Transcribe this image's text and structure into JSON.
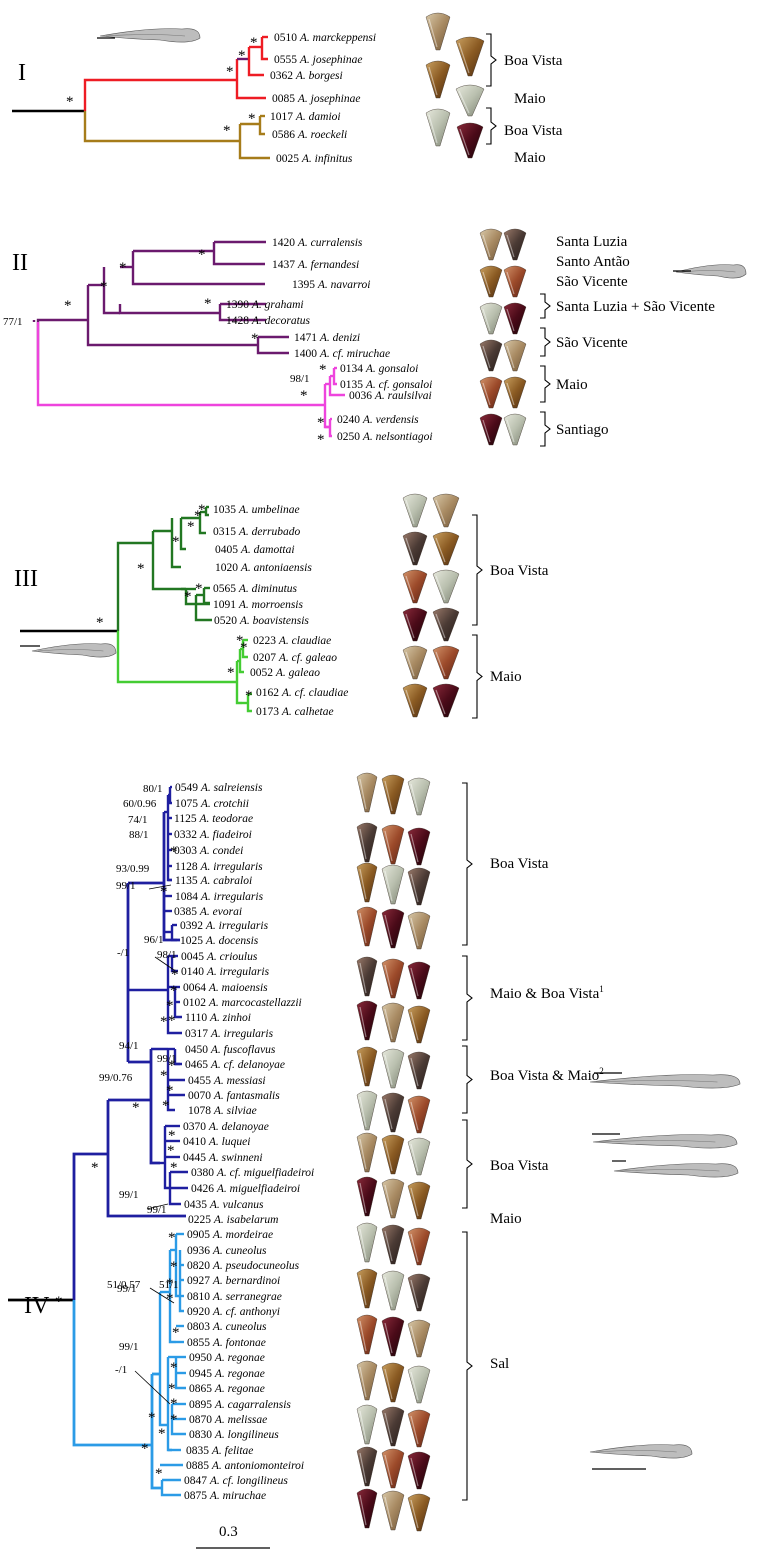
{
  "scale_label": "0.3",
  "colors": {
    "stem": "#000000",
    "I_red": "#ee1c24",
    "I_brown": "#a67c1a",
    "II_purple": "#6b1a6e",
    "II_magenta": "#ee44dd",
    "III_dark": "#227722",
    "III_light": "#44cc33",
    "IV_navy": "#1f1fa0",
    "IV_sky": "#2b9be6"
  },
  "clades": [
    {
      "label": "I",
      "tips": [
        {
          "code": "0510",
          "name": "A. marckeppensi"
        },
        {
          "code": "0555",
          "name": "A. josephinae"
        },
        {
          "code": "0362",
          "name": "A. borgesi"
        },
        {
          "code": "0085",
          "name": "A. josephinae"
        },
        {
          "code": "1017",
          "name": "A. damioi"
        },
        {
          "code": "0586",
          "name": "A. roeckeli"
        },
        {
          "code": "0025",
          "name": "A. infinitus"
        }
      ],
      "localities": [
        "Boa Vista",
        "Maio",
        "Boa Vista",
        "Maio"
      ]
    },
    {
      "label": "II",
      "tips": [
        {
          "code": "1420",
          "name": "A. curralensis"
        },
        {
          "code": "1437",
          "name": "A. fernandesi"
        },
        {
          "code": "1395",
          "name": "A. navarroi"
        },
        {
          "code": "1390",
          "name": "A. grahami"
        },
        {
          "code": "1428",
          "name": "A. decoratus"
        },
        {
          "code": "1471",
          "name": "A. denizi"
        },
        {
          "code": "1400",
          "name": "A. cf. miruchae"
        },
        {
          "code": "0134",
          "name": "A. gonsaloi"
        },
        {
          "code": "0135",
          "name": "A. cf. gonsaloi"
        },
        {
          "code": "0036",
          "name": "A. raulsilvai"
        },
        {
          "code": "0240",
          "name": "A. verdensis"
        },
        {
          "code": "0250",
          "name": "A. nelsontiagoi"
        }
      ],
      "localities": [
        "Santa Luzia",
        "Santo Antão",
        "São Vicente",
        "Santa Luzia + São Vicente",
        "São Vicente",
        "Maio",
        "Santiago"
      ],
      "support": [
        "77/1",
        "98/1"
      ]
    },
    {
      "label": "III",
      "tips": [
        {
          "code": "1035",
          "name": "A. umbelinae"
        },
        {
          "code": "0315",
          "name": "A. derrubado"
        },
        {
          "code": "0405",
          "name": "A. damottai"
        },
        {
          "code": "1020",
          "name": "A. antoniaensis"
        },
        {
          "code": "0565",
          "name": "A. diminutus"
        },
        {
          "code": "1091",
          "name": "A. morroensis"
        },
        {
          "code": "0520",
          "name": "A. boavistensis"
        },
        {
          "code": "0223",
          "name": "A. claudiae"
        },
        {
          "code": "0207",
          "name": "A. cf. galeao"
        },
        {
          "code": "0052",
          "name": "A. galeao"
        },
        {
          "code": "0162",
          "name": "A. cf. claudiae"
        },
        {
          "code": "0173",
          "name": "A. calhetae"
        }
      ],
      "localities": [
        "Boa Vista",
        "Maio"
      ]
    },
    {
      "label": "IV",
      "tips": [
        {
          "code": "0549",
          "name": "A. salreiensis"
        },
        {
          "code": "1075",
          "name": "A. crotchii"
        },
        {
          "code": "1125",
          "name": "A. teodorae"
        },
        {
          "code": "0332",
          "name": "A. fiadeiroi"
        },
        {
          "code": "0303",
          "name": "A. condei"
        },
        {
          "code": "1128",
          "name": "A. irregularis"
        },
        {
          "code": "1135",
          "name": "A. cabraloi"
        },
        {
          "code": "1084",
          "name": "A. irregularis"
        },
        {
          "code": "0385",
          "name": "A. evorai"
        },
        {
          "code": "0392",
          "name": "A. irregularis"
        },
        {
          "code": "1025",
          "name": "A. docensis"
        },
        {
          "code": "0045",
          "name": "A. crioulus"
        },
        {
          "code": "0140",
          "name": "A. irregularis"
        },
        {
          "code": "0064",
          "name": "A. maioensis"
        },
        {
          "code": "0102",
          "name": "A. marcocastellazzii"
        },
        {
          "code": "1110",
          "name": "A. zinhoi"
        },
        {
          "code": "0317",
          "name": "A. irregularis"
        },
        {
          "code": "0450",
          "name": "A. fuscoflavus"
        },
        {
          "code": "0465",
          "name": "A. cf. delanoyae"
        },
        {
          "code": "0455",
          "name": "A. messiasi"
        },
        {
          "code": "0070",
          "name": "A. fantasmalis"
        },
        {
          "code": "1078",
          "name": "A. silviae"
        },
        {
          "code": "0370",
          "name": "A. delanoyae"
        },
        {
          "code": "0410",
          "name": "A. luquei"
        },
        {
          "code": "0445",
          "name": "A. swinneni"
        },
        {
          "code": "0380",
          "name": "A. cf. miguelfiadeiroi"
        },
        {
          "code": "0426",
          "name": "A. miguelfiadeiroi"
        },
        {
          "code": "0435",
          "name": "A. vulcanus"
        },
        {
          "code": "0225",
          "name": "A. isabelarum"
        },
        {
          "code": "0905",
          "name": "A. mordeirae"
        },
        {
          "code": "0936",
          "name": "A. cuneolus"
        },
        {
          "code": "0820",
          "name": "A. pseudocuneolus"
        },
        {
          "code": "0927",
          "name": "A. bernardinoi"
        },
        {
          "code": "0810",
          "name": "A. serranegrae"
        },
        {
          "code": "0920",
          "name": "A. cf. anthonyi"
        },
        {
          "code": "0803",
          "name": "A. cuneolus"
        },
        {
          "code": "0855",
          "name": "A. fontonae"
        },
        {
          "code": "0950",
          "name": "A. regonae"
        },
        {
          "code": "0945",
          "name": "A. regonae"
        },
        {
          "code": "0865",
          "name": "A. regonae"
        },
        {
          "code": "0895",
          "name": "A. cagarralensis"
        },
        {
          "code": "0870",
          "name": "A. melissae"
        },
        {
          "code": "0830",
          "name": "A. longilineus"
        },
        {
          "code": "0835",
          "name": "A. felitae"
        },
        {
          "code": "0885",
          "name": "A. antoniomonteiroi"
        },
        {
          "code": "0847",
          "name": "A. cf. longilineus"
        },
        {
          "code": "0875",
          "name": "A. miruchae"
        }
      ],
      "localities": [
        {
          "text": "Boa Vista",
          "sup": ""
        },
        {
          "text": "Maio & Boa Vista",
          "sup": "1"
        },
        {
          "text": "Boa Vista & Maio",
          "sup": "2"
        },
        {
          "text": "Boa Vista",
          "sup": ""
        },
        {
          "text": "Maio",
          "sup": ""
        },
        {
          "text": "Sal",
          "sup": ""
        }
      ],
      "support": [
        "80/1",
        "60/0.96",
        "74/1",
        "88/1",
        "93/0.99",
        "99/1",
        "96/1",
        "-/1",
        "98/1",
        "94/1",
        "99/1",
        "99/0.76",
        "99/1",
        "99/1",
        "51/0.57",
        "51/1",
        "99/1",
        "99/1",
        "-/1"
      ]
    }
  ],
  "star": "*",
  "icons": [
    "shell-image",
    "radula-tooth-image"
  ]
}
